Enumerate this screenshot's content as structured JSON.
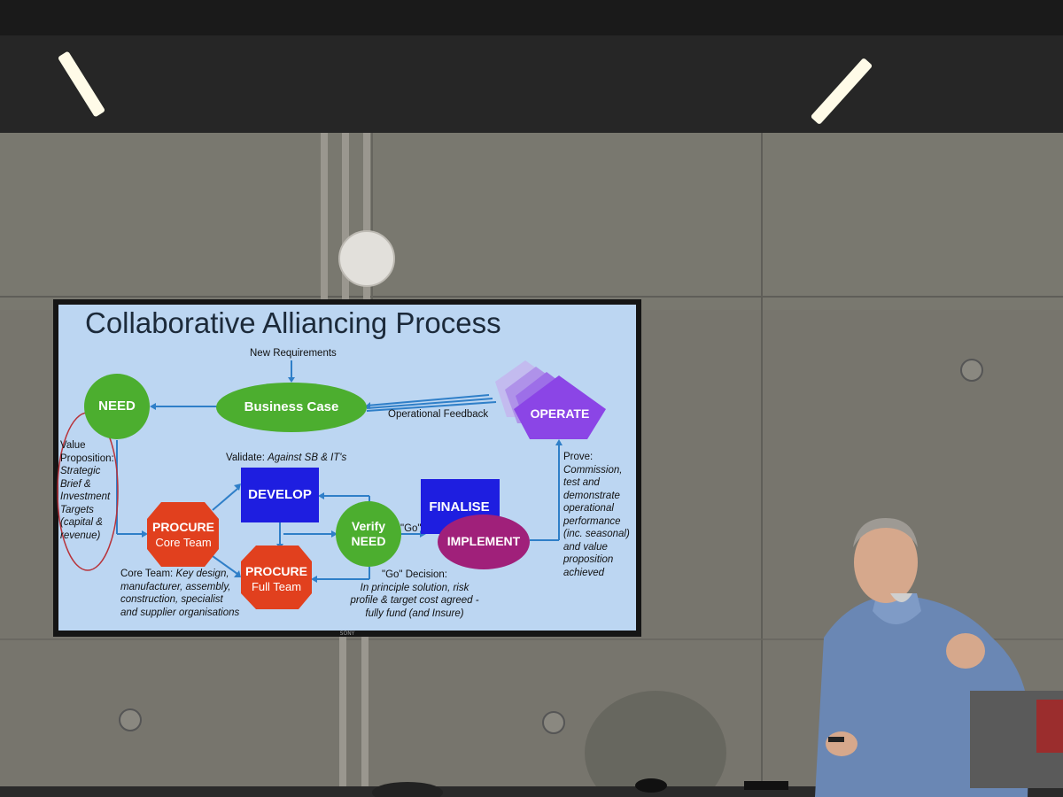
{
  "slide": {
    "title": "Collaborative Alliancing Process",
    "new_requirements": "New Requirements",
    "operational_feedback": "Operational Feedback",
    "validate_prefix": "Validate:",
    "validate_detail": "Against SB & IT's",
    "go_label": "\"Go\"",
    "nodes": {
      "need": "NEED",
      "business_case": "Business Case",
      "operate": "OPERATE",
      "develop": "DEVELOP",
      "verify_line1": "Verify",
      "verify_line2": "NEED",
      "finalise": "FINALISE",
      "implement": "IMPLEMENT",
      "procure_core_line1": "PROCURE",
      "procure_core_line2": "Core Team",
      "procure_full_line1": "PROCURE",
      "procure_full_line2": "Full Team"
    },
    "value_prop": {
      "line1": "Value",
      "line2": "Proposition:",
      "line3": "Strategic",
      "line4": "Brief &",
      "line5": "Investment",
      "line6": "Targets",
      "line7": "(capital &",
      "line8": "revenue)"
    },
    "core_team": {
      "prefix": "Core Team:",
      "line1": "Key design,",
      "line2": "manufacturer, assembly,",
      "line3": "construction, specialist",
      "line4": "and supplier organisations"
    },
    "go_decision": {
      "title": "\"Go\" Decision:",
      "line1": "In principle solution, risk",
      "line2": "profile & target cost agreed -",
      "line3": "fully fund (and Insure)"
    },
    "prove": {
      "title": "Prove:",
      "line1": "Commission,",
      "line2": "test and",
      "line3": "demonstrate",
      "line4": "operational",
      "line5": "performance",
      "line6": "(inc. seasonal)",
      "line7": "and value",
      "line8": "proposition",
      "line9": "achieved"
    }
  },
  "screen_brand": "SONY",
  "colors": {
    "slide_bg": "#bcd6f2",
    "green_node": "#4cae2f",
    "red_node": "#e1401e",
    "blue_node": "#1e1ee0",
    "purple_node": "#8b45e6",
    "implement_node": "#a0207a",
    "arrow": "#2f7fc8"
  }
}
